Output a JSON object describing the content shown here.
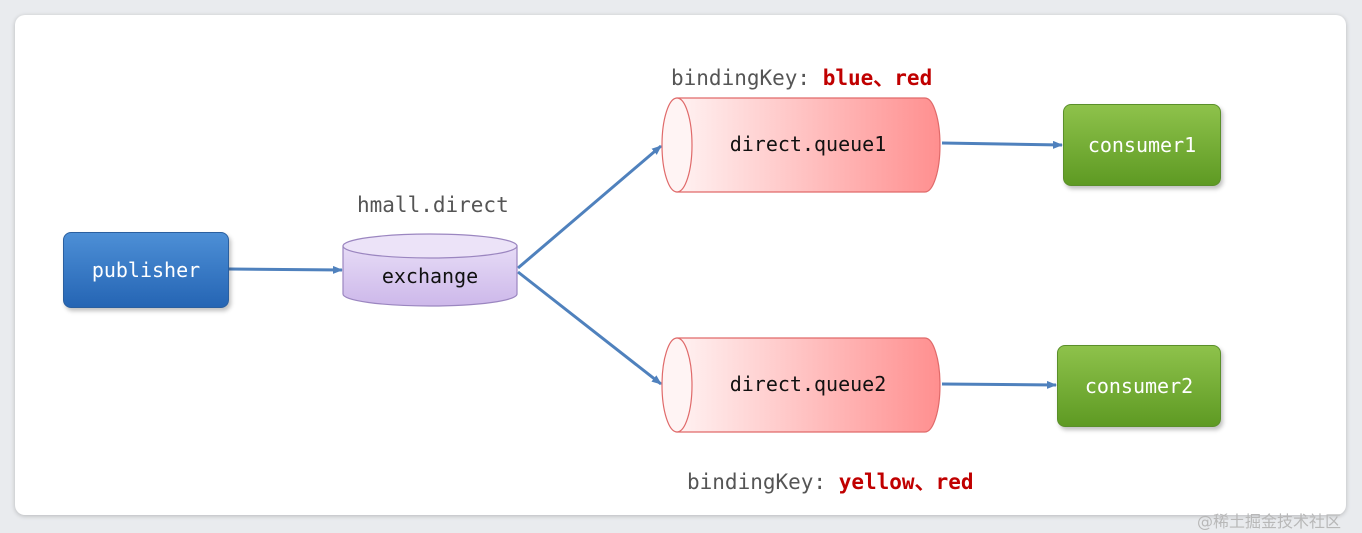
{
  "nodes": {
    "publisher": "publisher",
    "exchange_title": "hmall.direct",
    "exchange": "exchange",
    "queue1": "direct.queue1",
    "queue2": "direct.queue2",
    "consumer1": "consumer1",
    "consumer2": "consumer2"
  },
  "bindings": {
    "queue1": {
      "prefix": "bindingKey: ",
      "keys": "blue、red"
    },
    "queue2": {
      "prefix": "bindingKey: ",
      "keys": "yellow、red"
    }
  },
  "watermark": "@稀土掘金技术社区",
  "colors": {
    "publisher": "#2f6fbd",
    "consumer": "#72ac31",
    "exchange": "#d9c8f0",
    "queue": "#ff8f8f",
    "arrow": "#4f81bd",
    "binding_key": "#c00000"
  }
}
